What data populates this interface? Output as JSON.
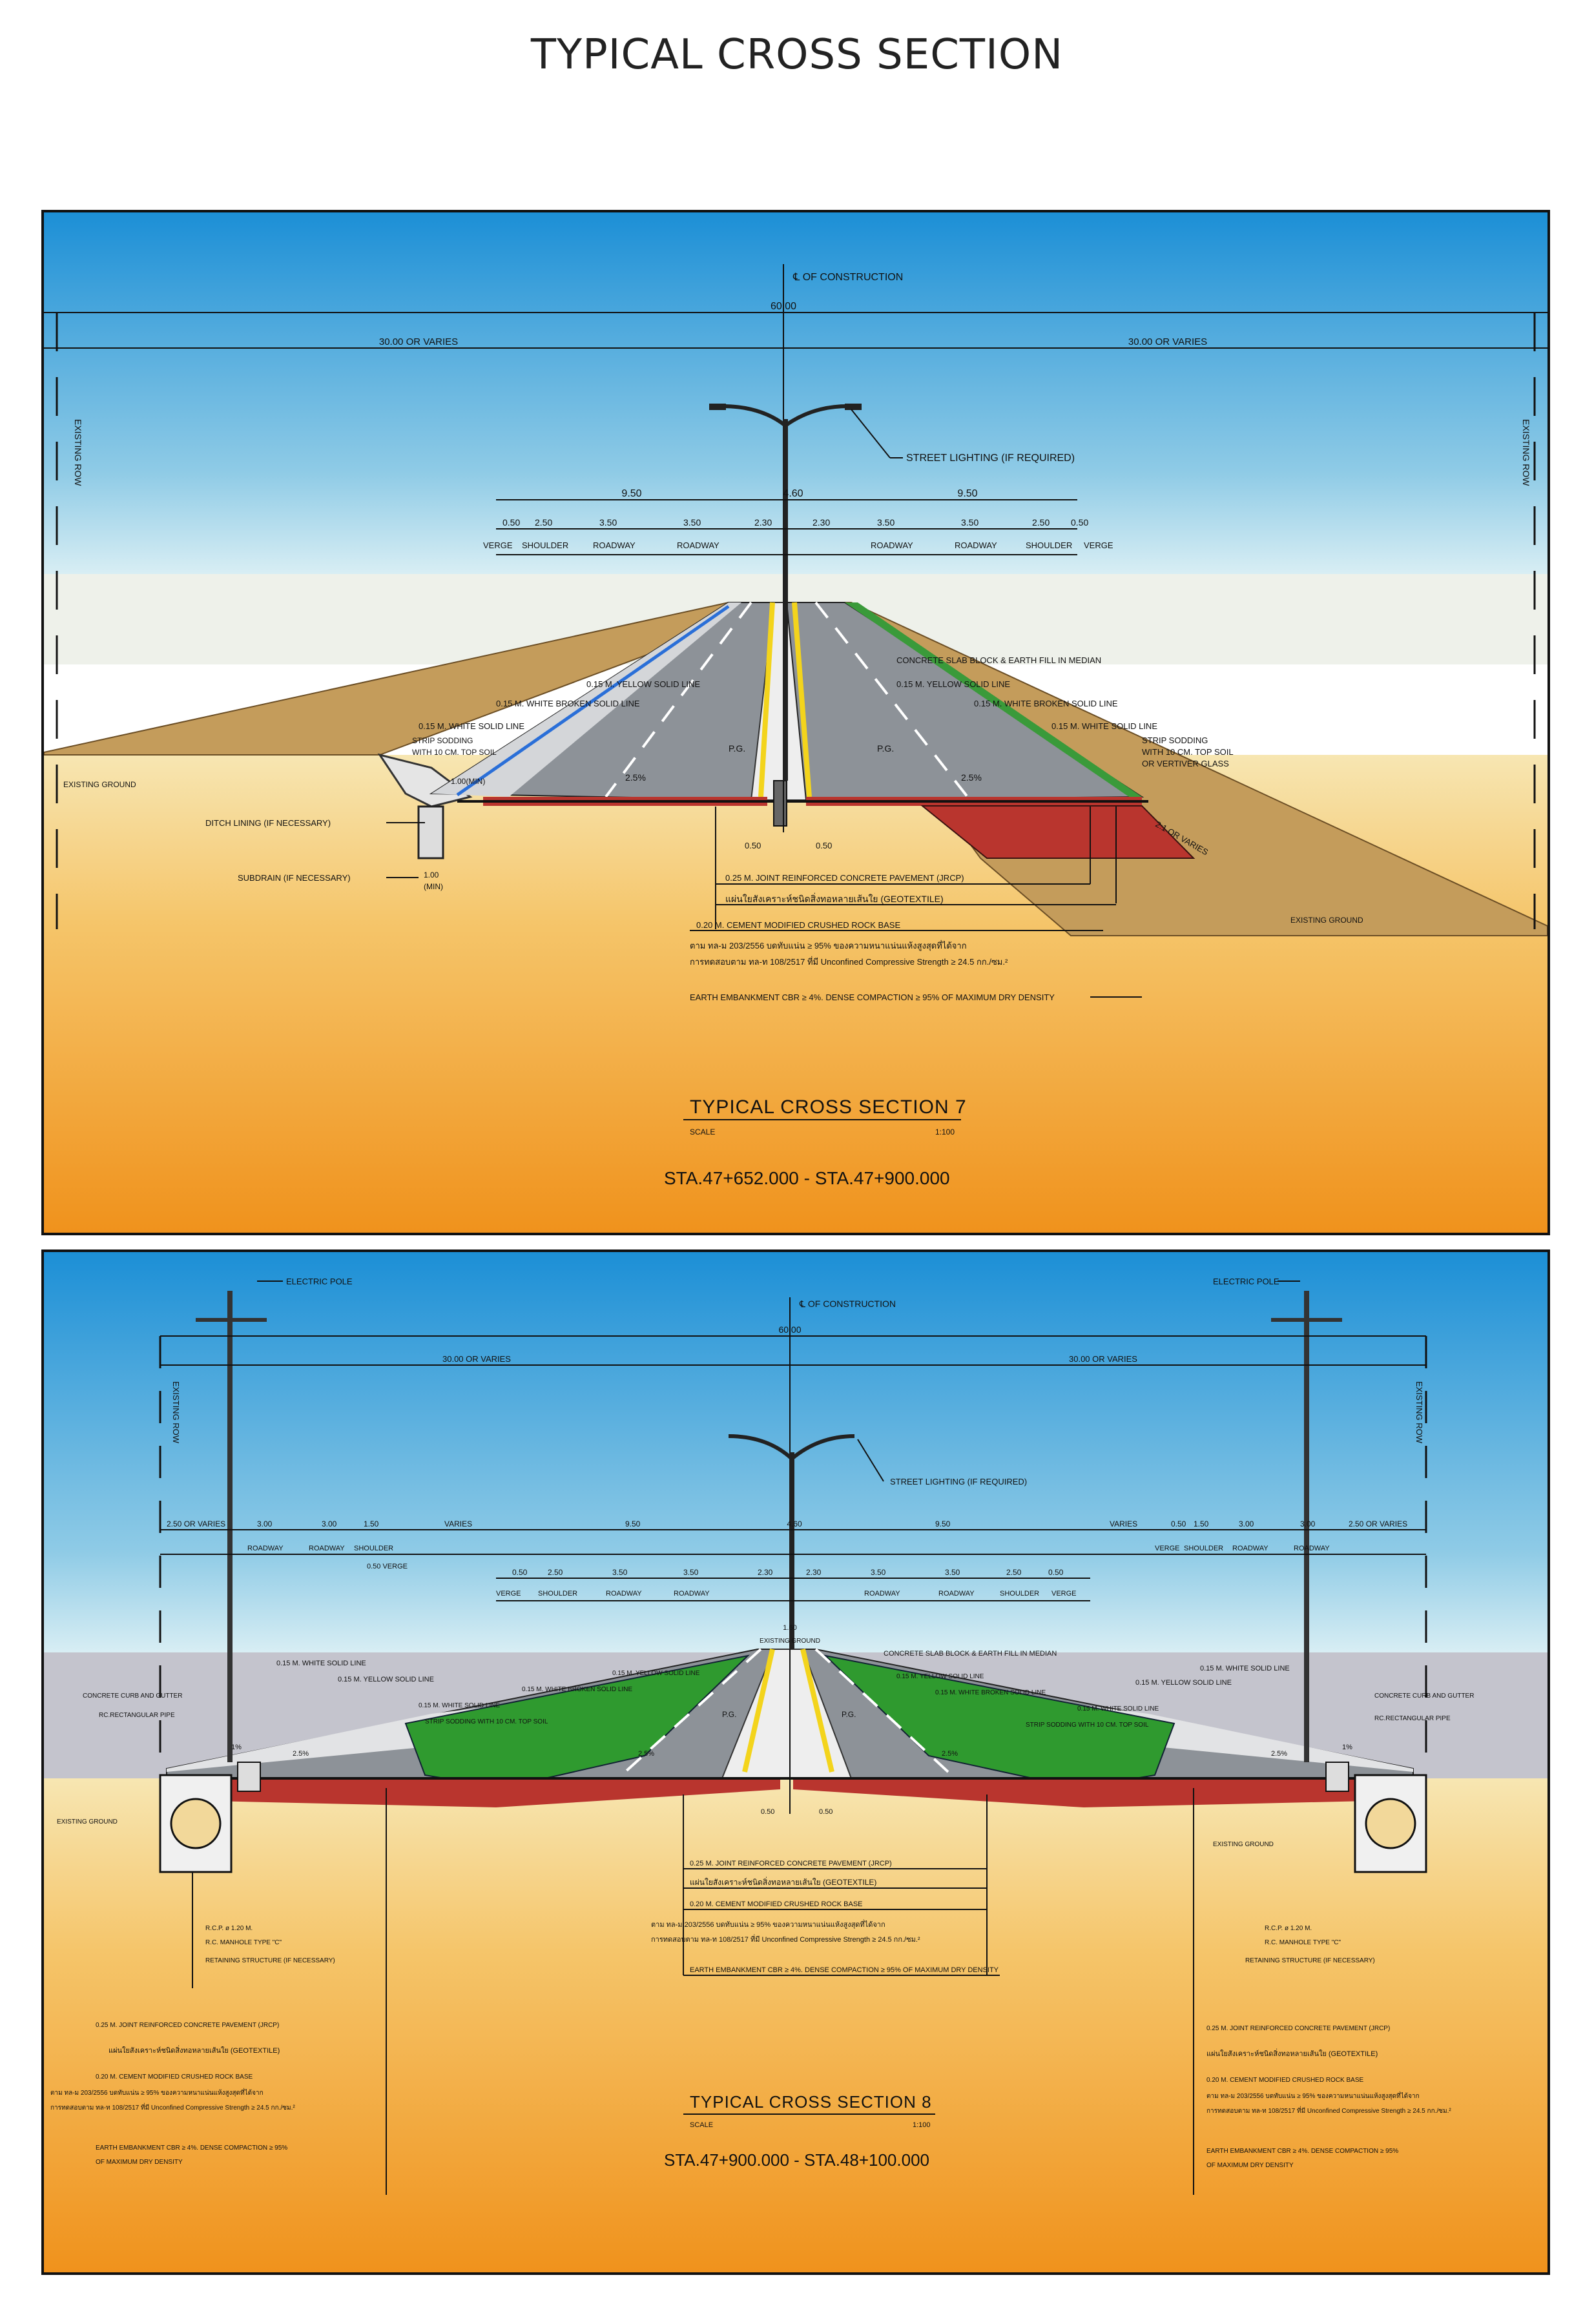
{
  "page_title": "TYPICAL CROSS SECTION",
  "colors": {
    "sky_top": "#1e93d8",
    "sky_bottom": "#cfe9f2",
    "ground_top": "#f6e0a6",
    "ground_bottom": "#f29a1f",
    "embankment": "#c39a5a",
    "pavement": "#8e9399",
    "pavement_light": "#c9ccd0",
    "base_course": "#b8342e",
    "median_grass": "#2f9a2f",
    "lane_yellow": "#f2d21c",
    "haze_gray": "#c3c3cc",
    "line": "#111111"
  },
  "section7": {
    "cl_label": "℄ OF CONSTRUCTION",
    "total_width": "60.00",
    "left_half": "30.00 OR VARIES",
    "right_half": "30.00 OR VARIES",
    "row_label": "EXISTING ROW",
    "street_light": "STREET LIGHTING (IF REQUIRED)",
    "dim_carriageway_left": "9.50",
    "dim_median": "4.60",
    "dim_carriageway_right": "9.50",
    "dims_left": [
      "0.50",
      "2.50",
      "3.50",
      "3.50",
      "2.30"
    ],
    "dims_right": [
      "2.30",
      "3.50",
      "3.50",
      "2.50",
      "0.50"
    ],
    "labels_left": [
      "VERGE",
      "SHOULDER",
      "ROADWAY",
      "ROADWAY"
    ],
    "labels_right": [
      "ROADWAY",
      "ROADWAY",
      "SHOULDER",
      "VERGE"
    ],
    "existing_ground": "EXISTING GROUND",
    "slab_median": "CONCRETE SLAB BLOCK & EARTH FILL IN MEDIAN",
    "yellow_left": "0.15 M. YELLOW SOLID LINE",
    "yellow_right": "0.15 M. YELLOW SOLID LINE",
    "white_broken_left": "0.15 M. WHITE BROKEN SOLID LINE",
    "white_broken_right": "0.15 M. WHITE BROKEN SOLID LINE",
    "white_solid_left": "0.15 M. WHITE SOLID LINE",
    "white_solid_right": "0.15 M. WHITE SOLID LINE",
    "strip_sod_left_1": "STRIP SODDING",
    "strip_sod_left_2": "WITH 10 CM. TOP SOIL",
    "strip_sod_right_1": "STRIP SODDING",
    "strip_sod_right_2": "WITH 10 CM. TOP SOIL",
    "strip_sod_right_3": "OR VERTIVER GLASS",
    "pg_left": "P.G.",
    "pg_right": "P.G.",
    "slope_left": "2.5%",
    "slope_right": "2.5%",
    "side_slope": "2:1 OR VARIES",
    "ditch_depth": "1.00(MIN)",
    "ditch_lining": "DITCH LINING (IF NECESSARY)",
    "subdrain": "SUBDRAIN (IF NECESSARY)",
    "subdrain_dim_1": "1.00",
    "subdrain_dim_2": "(MIN)",
    "dim_050_a": "0.50",
    "dim_050_b": "0.50",
    "jrcp": "0.25 M. JOINT REINFORCED CONCRETE PAVEMENT (JRCP)",
    "geotextile": "แผ่นใยสังเคราะห์ชนิดสิ่งทอหลายเส้นใย (GEOTEXTILE)",
    "base": "0.20 M. CEMENT MODIFIED CRUSHED ROCK BASE",
    "spec_1": "ตาม ทล-ม 203/2556 บดทับแน่น ≥ 95% ของความหนาแน่นแห้งสูงสุดที่ได้จาก",
    "spec_2": "การทดสอบตาม ทล-ท 108/2517 ที่มี Unconfined Compressive Strength ≥ 24.5 กก./ซม.²",
    "embankment_spec": "EARTH EMBANKMENT CBR ≥ 4%. DENSE COMPACTION ≥ 95% OF MAXIMUM DRY DENSITY",
    "title": "TYPICAL CROSS SECTION 7",
    "scale_label": "SCALE",
    "scale_value": "1:100",
    "station": "STA.47+652.000 - STA.47+900.000"
  },
  "section8": {
    "cl_label": "℄ OF CONSTRUCTION",
    "total_width": "60.00",
    "left_half": "30.00 OR VARIES",
    "right_half": "30.00 OR VARIES",
    "row_label": "EXISTING ROW",
    "electric_pole_left": "ELECTRIC POLE",
    "electric_pole_right": "ELECTRIC POLE",
    "street_light": "STREET LIGHTING (IF REQUIRED)",
    "top_dims_left": [
      "2.50 OR VARIES",
      "3.00",
      "3.00",
      "1.50",
      "VARIES",
      "9.50"
    ],
    "top_dims_right": [
      "9.50",
      "VARIES",
      "0.50",
      "1.50",
      "3.00",
      "3.00",
      "2.50 OR VARIES"
    ],
    "dim_median": "4.60",
    "labels_frontage_left": [
      "ROADWAY",
      "ROADWAY",
      "SHOULDER"
    ],
    "labels_frontage_right": [
      "VERGE",
      "SHOULDER",
      "ROADWAY",
      "ROADWAY"
    ],
    "verge_small": "0.50 VERGE",
    "dims_left": [
      "0.50",
      "2.50",
      "3.50",
      "3.50",
      "2.30"
    ],
    "dims_right": [
      "2.30",
      "3.50",
      "3.50",
      "2.50",
      "0.50"
    ],
    "labels_left": [
      "VERGE",
      "SHOULDER",
      "ROADWAY",
      "ROADWAY"
    ],
    "labels_right": [
      "ROADWAY",
      "ROADWAY",
      "SHOULDER",
      "VERGE"
    ],
    "median_dim": "1.60",
    "existing_ground_top": "EXISTING GROUND",
    "slab_median": "CONCRETE SLAB BLOCK & EARTH FILL IN MEDIAN",
    "white_solid_left": "0.15 M. WHITE SOLID LINE",
    "yellow_left": "0.15 M. YELLOW SOLID LINE",
    "white_solid_right": "0.15 M. WHITE SOLID LINE",
    "yellow_right": "0.15 M. YELLOW SOLID LINE",
    "yellow_inner_left": "0.15 M. YELLOW SOLID LINE",
    "white_broken_inner_left": "0.15 M. WHITE BROKEN SOLID LINE",
    "white_broken_inner_right": "0.15 M. WHITE BROKEN SOLID LINE",
    "yellow_inner_right": "0.15 M. YELLOW SOLID LINE",
    "white_inner_left": "0.15 M. WHITE SOLID LINE",
    "white_inner_right": "0.15 M. WHITE SOLID LINE",
    "strip_left": "STRIP SODDING WITH 10 CM. TOP SOIL",
    "strip_right": "STRIP SODDING WITH 10 CM. TOP SOIL",
    "curb_left": "CONCRETE CURB AND GUTTER",
    "curb_right": "CONCRETE CURB AND GUTTER",
    "pipe_left": "RC.RECTANGULAR PIPE",
    "pipe_right": "RC.RECTANGULAR PIPE",
    "slope_1pct_left": "1%",
    "slope_1pct_right": "1%",
    "slope_outer_left": "2.5%",
    "slope_outer_right": "2.5%",
    "slope_inner_left": "2.5%",
    "slope_inner_right": "2.5%",
    "pg_left": "P.G.",
    "pg_right": "P.G.",
    "existing_ground_left": "EXISTING GROUND",
    "existing_ground_right": "EXISTING GROUND",
    "dim_050_a": "0.50",
    "dim_050_b": "0.50",
    "jrcp": "0.25 M. JOINT REINFORCED CONCRETE PAVEMENT (JRCP)",
    "geotextile": "แผ่นใยสังเคราะห์ชนิดสิ่งทอหลายเส้นใย (GEOTEXTILE)",
    "base": "0.20 M. CEMENT MODIFIED CRUSHED ROCK BASE",
    "spec_1": "ตาม ทล-ม 203/2556 บดทับแน่น ≥ 95% ของความหนาแน่นแห้งสูงสุดที่ได้จาก",
    "spec_2": "การทดสอบตาม ทล-ท 108/2517 ที่มี Unconfined Compressive Strength ≥ 24.5 กก./ซม.²",
    "embankment_spec": "EARTH EMBANKMENT CBR ≥ 4%. DENSE COMPACTION ≥ 95% OF MAXIMUM DRY DENSITY",
    "rcp_left": "R.C.P. ø 1.20 M.",
    "manhole_left": "R.C. MANHOLE TYPE \"C\"",
    "retaining_left": "RETAINING STRUCTURE (IF NECESSARY)",
    "rcp_right": "R.C.P. ø 1.20 M.",
    "manhole_right": "R.C. MANHOLE TYPE \"C\"",
    "retaining_right": "RETAINING STRUCTURE (IF NECESSARY)",
    "side_jrcp": "0.25 M. JOINT REINFORCED CONCRETE PAVEMENT (JRCP)",
    "side_geotextile": "แผ่นใยสังเคราะห์ชนิดสิ่งทอหลายเส้นใย (GEOTEXTILE)",
    "side_base": "0.20 M. CEMENT MODIFIED CRUSHED ROCK BASE",
    "side_spec_1": "ตาม ทล-ม 203/2556 บดทับแน่น ≥ 95% ของความหนาแน่นแห้งสูงสุดที่ได้จาก",
    "side_spec_2": "การทดสอบตาม ทล-ท 108/2517 ที่มี Unconfined Compressive Strength ≥ 24.5 กก./ซม.²",
    "side_embank_1": "EARTH EMBANKMENT CBR ≥ 4%. DENSE COMPACTION ≥ 95%",
    "side_embank_2": "OF MAXIMUM DRY DENSITY",
    "title": "TYPICAL CROSS SECTION 8",
    "scale_label": "SCALE",
    "scale_value": "1:100",
    "station": "STA.47+900.000 - STA.48+100.000"
  }
}
